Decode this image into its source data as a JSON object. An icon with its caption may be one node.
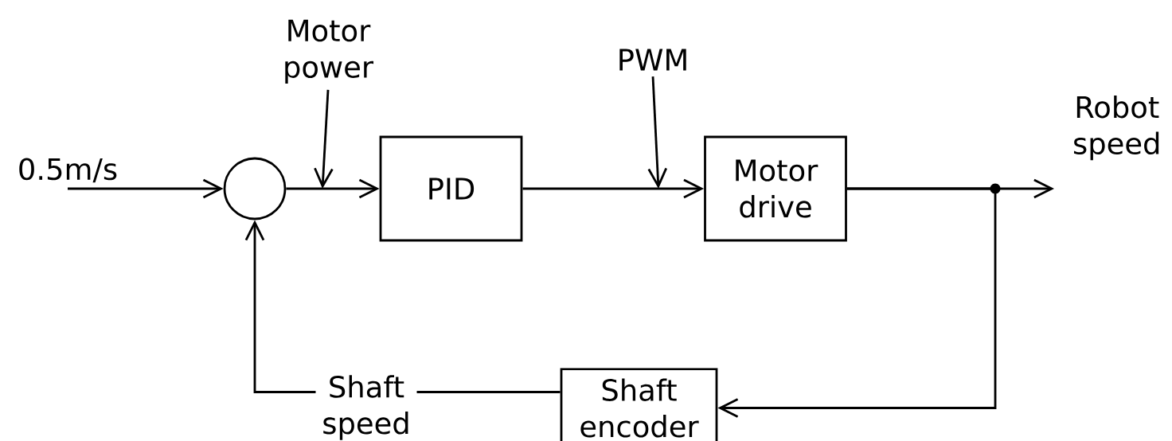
{
  "diagram": {
    "nodes": [
      {
        "text": [
          "0.5m/s"
        ]
      },
      {
        "text": [],
        "shape": "circle"
      },
      {
        "text": [
          "PID"
        ]
      },
      {
        "text": [
          "Motor drive"
        ]
      },
      {
        "text": [
          "Robot speed"
        ]
      },
      {
        "text": [
          "Shaft encoder"
        ]
      },
      {
        "text": [
          "Motor power"
        ]
      },
      {
        "text": [
          "PWM"
        ]
      }
    ],
    "edges": [
      {
        "from": 0,
        "to": 1,
        "arrow": "to"
      },
      {
        "from": 1,
        "to": 2,
        "arrow": "to"
      },
      {
        "from": 2,
        "to": 3,
        "arrow": "to"
      },
      {
        "from": 3,
        "to": 4,
        "arrow": "to"
      },
      {
        "from": 3,
        "to": 5,
        "arrow": "to"
      },
      {
        "from": 5,
        "to": 1,
        "arrow": "to",
        "label": "Shaft speed"
      },
      {
        "from": 6,
        "to": null,
        "arrow": "to"
      },
      {
        "from": 7,
        "to": null,
        "arrow": "to"
      }
    ]
  }
}
